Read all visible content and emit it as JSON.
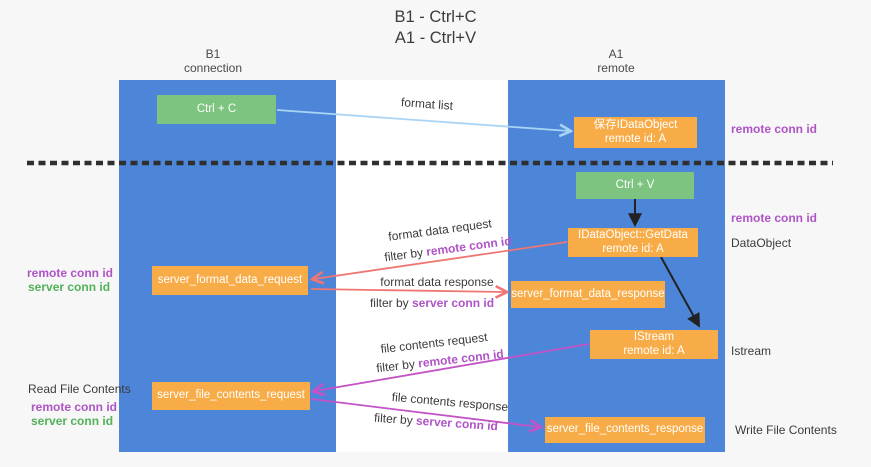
{
  "title": {
    "line1": "B1 - Ctrl+C",
    "line2": "A1 - Ctrl+V"
  },
  "columns": {
    "left": {
      "name": "B1",
      "subtitle": "connection"
    },
    "right": {
      "name": "A1",
      "subtitle": "remote"
    }
  },
  "boxes": {
    "ctrl_c": "Ctrl + C",
    "ctrl_v": "Ctrl + V",
    "save_idataobject": {
      "line1": "保存IDataObject",
      "line2": "remote id: A"
    },
    "getdata": {
      "line1": "IDataObject::GetData",
      "line2": "remote id: A"
    },
    "istream": {
      "line1": "IStream",
      "line2": "remote id: A"
    },
    "server_format_data_request": "server_format_data_request",
    "server_format_data_response": "server_format_data_response",
    "server_file_contents_request": "server_file_contents_request",
    "server_file_contents_response": "server_file_contents_response"
  },
  "arrow_labels": {
    "format_list": "format list",
    "format_data_request": "format data request",
    "format_data_response": "format data response",
    "file_contents_request": "file contents request",
    "file_contents_response": "file contents response",
    "filter_by": "filter by ",
    "remote_conn_id": "remote conn id",
    "server_conn_id": "server conn id"
  },
  "side_labels": {
    "remote_conn_id": "remote conn id",
    "server_conn_id": "server conn id",
    "dataobject": "DataObject",
    "istream": "Istream",
    "read_file_contents": "Read File Contents",
    "write_file_contents": "Write File Contents"
  },
  "colors": {
    "column_blue": "#4d86d8",
    "box_orange": "#f8ac47",
    "box_green": "#7cc47f",
    "arrow_light_blue": "#aad4f5",
    "arrow_red": "#ef7673",
    "arrow_magenta": "#c353c7",
    "arrow_black": "#222222",
    "text_purple": "#af54c6",
    "text_green": "#53b158",
    "background": "#f7f7f8",
    "middle_strip": "#ffffff"
  }
}
